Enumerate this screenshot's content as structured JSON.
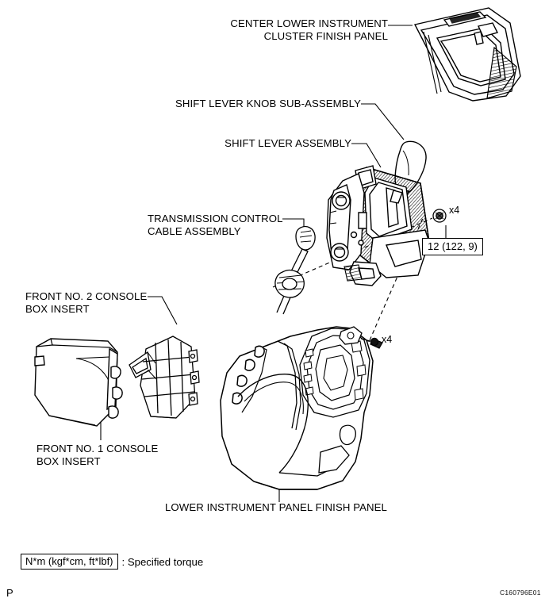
{
  "figure": {
    "id_code": "C160796E01",
    "page_mark": "P"
  },
  "labels": {
    "center_lower_instrument_cluster_finish_panel": "CENTER LOWER INSTRUMENT\nCLUSTER FINISH PANEL",
    "shift_lever_knob_sub_assembly": "SHIFT LEVER KNOB SUB-ASSEMBLY",
    "shift_lever_assembly": "SHIFT LEVER ASSEMBLY",
    "transmission_control_cable_assembly": "TRANSMISSION CONTROL\nCABLE ASSEMBLY",
    "front_no2_console_box_insert": "FRONT NO. 2 CONSOLE\nBOX INSERT",
    "front_no1_console_box_insert": "FRONT NO. 1 CONSOLE\nBOX INSERT",
    "lower_instrument_panel_finish_panel": "LOWER INSTRUMENT PANEL FINISH PANEL"
  },
  "callouts": {
    "bolt_quantity_shift_lever": "x4",
    "screw_quantity_finish_panel": "x4",
    "torque_shift_lever": "12 (122, 9)"
  },
  "legend": {
    "unit_box": "N*m (kgf*cm, ft*lbf)",
    "description": ": Specified torque"
  },
  "colors": {
    "line": "#000000",
    "background": "#ffffff",
    "hatch": "#000000"
  }
}
